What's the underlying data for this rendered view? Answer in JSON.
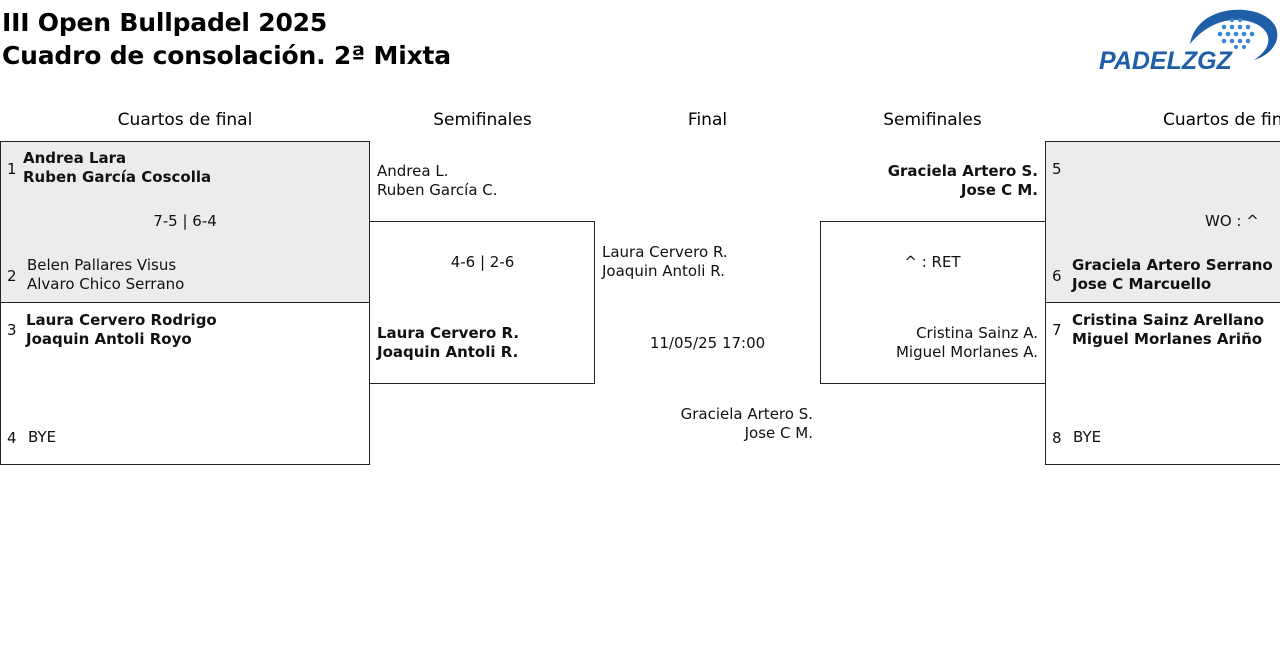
{
  "header": {
    "title_line1": "III Open Bullpadel 2025",
    "title_line2": "Cuadro de consolación. 2ª Mixta",
    "logo_text": "PADELZGZ"
  },
  "columns": {
    "quarterfinals_left": "Cuartos de final",
    "semifinals_left": "Semifinales",
    "final": "Final",
    "semifinals_right": "Semifinales",
    "quarterfinals_right": "Cuartos de fin"
  },
  "left_bracket": {
    "qf1": {
      "seed_a": "1",
      "team_a": [
        "Andrea Lara",
        "Ruben García Coscolla"
      ],
      "score": "7-5 | 6-4",
      "seed_b": "2",
      "team_b": [
        "Belen Pallares Visus",
        "Alvaro Chico Serrano"
      ]
    },
    "qf2": {
      "seed_a": "3",
      "team_a": [
        "Laura Cervero Rodrigo",
        "Joaquin Antoli Royo"
      ],
      "seed_b": "4",
      "team_b": [
        "BYE"
      ]
    },
    "sf": {
      "team_a": [
        "Andrea L.",
        "Ruben García C."
      ],
      "score": "4-6 | 2-6",
      "team_b": [
        "Laura Cervero R.",
        "Joaquin Antoli R."
      ]
    }
  },
  "final": {
    "team_a": [
      "Laura Cervero R.",
      "Joaquin Antoli R."
    ],
    "datetime": "11/05/25 17:00",
    "team_b": [
      "Graciela Artero S.",
      "Jose C M."
    ]
  },
  "right_bracket": {
    "sf": {
      "team_a": [
        "Graciela Artero S.",
        "Jose C M."
      ],
      "score": "^ : RET",
      "team_b": [
        "Cristina Sainz A.",
        "Miguel Morlanes A."
      ]
    },
    "qf1": {
      "seed_a": "5",
      "team_a": [],
      "score": "WO : ^",
      "seed_b": "6",
      "team_b": [
        "Graciela Artero Serrano",
        "Jose C Marcuello"
      ]
    },
    "qf2": {
      "seed_a": "7",
      "team_a": [
        "Cristina Sainz Arellano",
        "Miguel Morlanes Ariño"
      ],
      "seed_b": "8",
      "team_b": [
        "BYE"
      ]
    }
  },
  "colors": {
    "shade": "#ececec",
    "border": "#222222",
    "logo_blue_dark": "#1f5fa8",
    "logo_blue_light": "#3a87d4"
  }
}
